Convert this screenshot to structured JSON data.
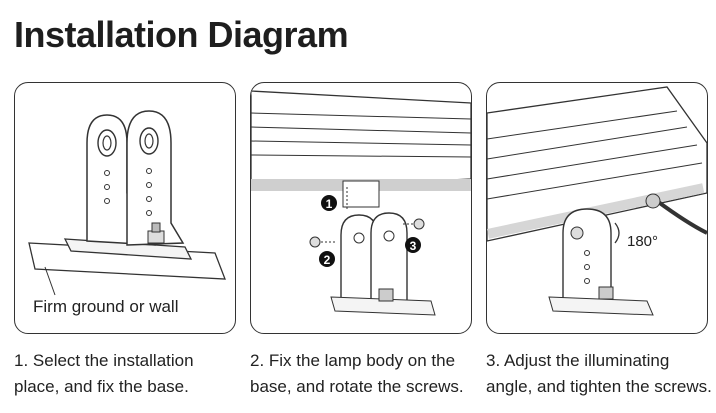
{
  "title": "Installation Diagram",
  "steps": [
    {
      "line1": "1. Select the installation",
      "line2": "place, and fix the base.",
      "label": "Firm ground or wall"
    },
    {
      "line1": "2. Fix the lamp body on the",
      "line2": "base, and rotate the screws.",
      "markers": [
        "1",
        "2",
        "3"
      ]
    },
    {
      "line1": "3. Adjust the illuminating",
      "line2": "angle, and tighten the screws.",
      "angle": "180°"
    }
  ]
}
